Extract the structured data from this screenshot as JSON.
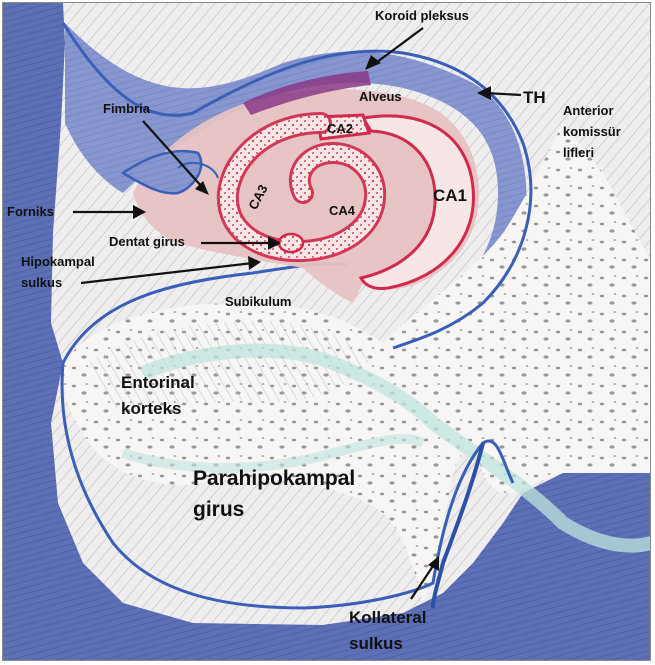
{
  "labels": {
    "koroid_pleksus": "Koroid pleksus",
    "th": "TH",
    "alveus": "Alveus",
    "fimbria": "Fimbria",
    "anterior_komissur": [
      "Anterior",
      "komissür",
      "lifleri"
    ],
    "ca2": "CA2",
    "ca3": "CA3",
    "ca4": "CA4",
    "ca1": "CA1",
    "forniks": "Forniks",
    "dentat_girus": "Dentat girus",
    "hipokampal_sulkus": [
      "Hipokampal",
      "sulkus"
    ],
    "subikulum": "Subikulum",
    "entorinal_korteks": [
      "Entorinal",
      "korteks"
    ],
    "parahipokampal_girus": [
      "Parahipokampal",
      "girus"
    ],
    "kollateral_sulkus": [
      "Kollateral",
      "sulkus"
    ]
  },
  "colors": {
    "blue_outline": "#3b5fb0",
    "dark_blue_fill": "#5b6fb4",
    "light_blue_fill": "#8a9ad0",
    "red_outline": "#d12a4c",
    "pink_fill": "#e9c6c6",
    "purple": "#8a3a86",
    "white_matter": "#f8f6f5",
    "grey_hatching": "#b8b5b7",
    "cyan_band": "#bfe4de"
  }
}
